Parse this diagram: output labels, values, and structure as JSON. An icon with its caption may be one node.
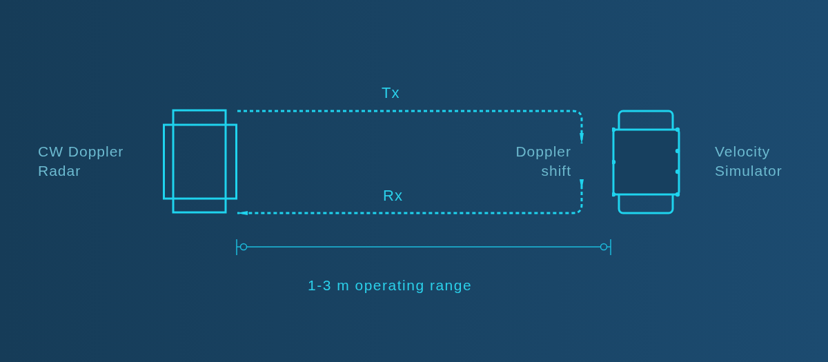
{
  "diagram": {
    "nodes": [
      {
        "text": [],
        "shape": "box",
        "beside": [
          "CW Doppler Radar"
        ]
      },
      {
        "text": [
          "Doppler shift"
        ]
      },
      {
        "text": [],
        "shape": "picture",
        "beside": [
          "Velocity Simulator"
        ]
      }
    ],
    "edges": [
      {
        "from": 0,
        "to": 1,
        "arrow": "to",
        "label": "Tx",
        "style": "dashed"
      },
      {
        "from": 1,
        "to": 0,
        "arrow": "to",
        "label": "Rx",
        "style": "dashed"
      }
    ],
    "labels": [
      "1-3 m operating range"
    ]
  }
}
